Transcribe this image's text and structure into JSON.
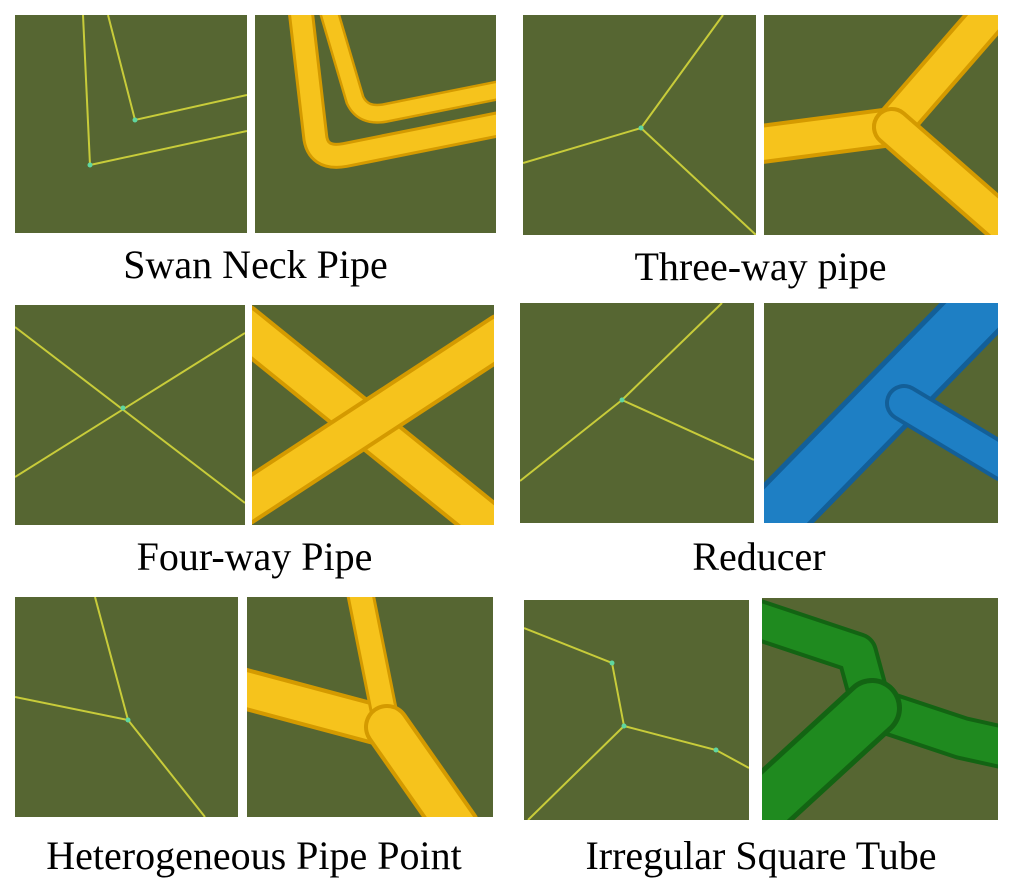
{
  "figure": {
    "captions": [
      "Swan Neck Pipe",
      "Three-way pipe",
      "Four-way Pipe",
      "Reducer",
      "Heterogeneous Pipe Point",
      "Irregular Square Tube"
    ]
  },
  "colors": {
    "background": "#566632",
    "wireframe_line": "#c8cc3a",
    "node": "#5fd6a0",
    "pipe_yellow": "#f6c31c",
    "pipe_blue": "#1e7fc4",
    "pipe_green": "#1f8a1f"
  }
}
